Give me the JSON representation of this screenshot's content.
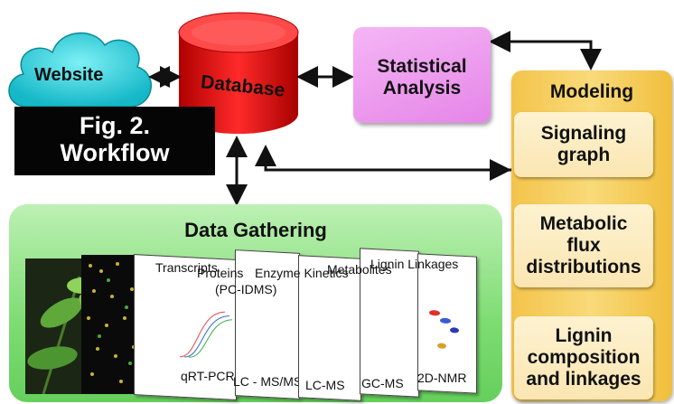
{
  "website": {
    "label": "Website"
  },
  "database": {
    "label": "Database"
  },
  "figure": {
    "line1": "Fig. 2.",
    "line2": "Workflow"
  },
  "statistical": {
    "line1": "Statistical",
    "line2": "Analysis"
  },
  "modeling": {
    "title": "Modeling",
    "boxes": [
      {
        "lines": [
          "Signaling",
          "graph"
        ]
      },
      {
        "lines": [
          "Metabolic",
          "flux",
          "distributions"
        ]
      },
      {
        "lines": [
          "Lignin",
          "composition",
          "and linkages"
        ]
      }
    ]
  },
  "data_gathering": {
    "title": "Data Gathering",
    "cards": [
      {
        "top": "Transcripts",
        "bottom": "qRT-PCR"
      },
      {
        "top": "Proteins",
        "top2": "(PC-IDMS)",
        "bottom": "LC - MS/MS"
      },
      {
        "top": "Enzyme Kinetics",
        "bottom": "LC-MS"
      },
      {
        "top": "Metabolites",
        "bottom": "GC-MS"
      },
      {
        "top": "Lignin Linkages",
        "bottom": "2D-NMR"
      }
    ]
  },
  "colors": {
    "cloud": "#2ad0dc",
    "database": "#e01010",
    "statistical": "#ea8cec",
    "modeling": "#f5c84d",
    "gathering": "#7ddc72"
  }
}
